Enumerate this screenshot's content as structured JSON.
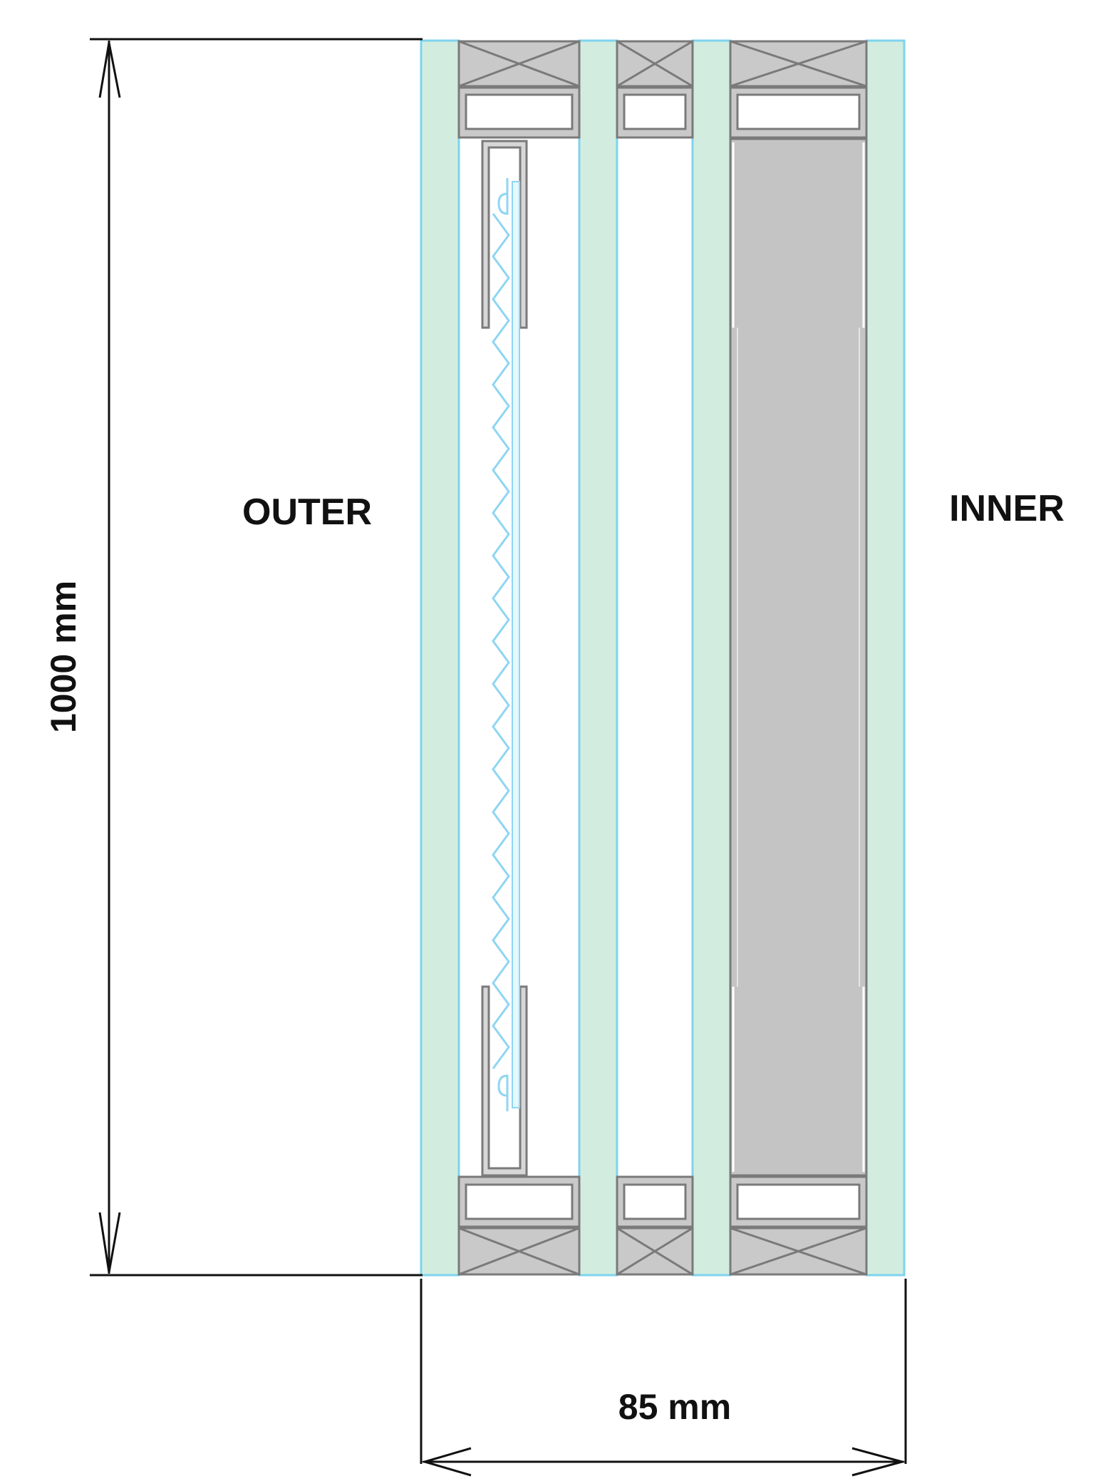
{
  "labels": {
    "outer": "OUTER",
    "inner": "INNER",
    "height_dim": "1000 mm",
    "width_dim": "85 mm"
  },
  "colors": {
    "glass": "#d2ede0",
    "glass_edge": "#7fd3ee",
    "spacer": "#c9c9c9",
    "spacer_stroke": "#7a7a7a",
    "panel": "#c4c4c4",
    "blind": "#8fd6f2",
    "dim_line": "#111111"
  }
}
